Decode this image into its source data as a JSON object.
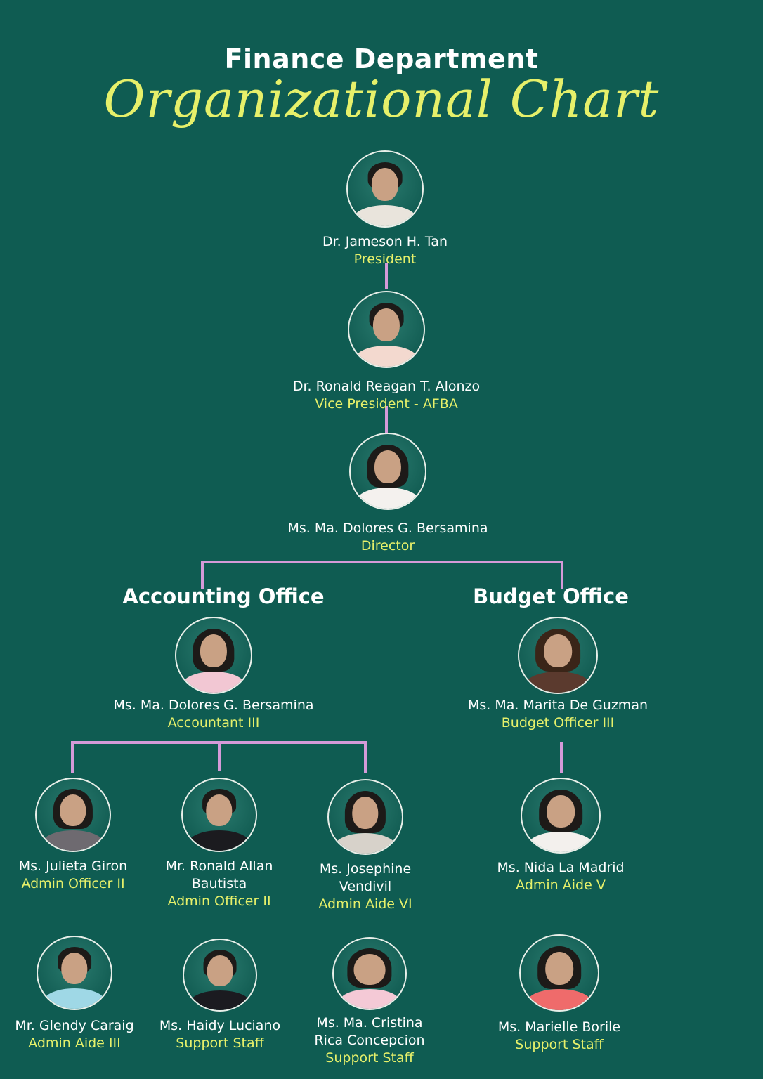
{
  "header": {
    "title": "Finance Department",
    "subtitle": "Organizational Chart"
  },
  "colors": {
    "background": "#0f5c52",
    "accent": "#e6f06a",
    "connector": "#d59ad8",
    "text": "#ffffff"
  },
  "sections": {
    "accounting": "Accounting Office",
    "budget": "Budget Office"
  },
  "people": {
    "president": {
      "name": "Dr. Jameson H. Tan",
      "role": "President"
    },
    "vp": {
      "name": "Dr. Ronald Reagan T. Alonzo",
      "role": "Vice President - AFBA"
    },
    "director": {
      "name": "Ms. Ma. Dolores G. Bersamina",
      "role": "Director"
    },
    "accountant": {
      "name": "Ms. Ma. Dolores G. Bersamina",
      "role": "Accountant III"
    },
    "budget_officer": {
      "name": "Ms. Ma. Marita De Guzman",
      "role": "Budget Officer III"
    },
    "giron": {
      "name": "Ms. Julieta Giron",
      "role": "Admin Officer II"
    },
    "bautista": {
      "name": "Mr. Ronald Allan Bautista",
      "role": "Admin Officer II"
    },
    "vendivil": {
      "name": "Ms. Josephine Vendivil",
      "role": "Admin Aide VI"
    },
    "lamadrid": {
      "name": "Ms. Nida La Madrid",
      "role": "Admin Aide V"
    },
    "caraig": {
      "name": "Mr. Glendy Caraig",
      "role": "Admin Aide III"
    },
    "luciano": {
      "name": "Ms. Haidy Luciano",
      "role": "Support Staff"
    },
    "concepcion": {
      "name": "Ms. Ma. Cristina Rica Concepcion",
      "role": "Support Staff"
    },
    "borile": {
      "name": "Ms. Marielle Borile",
      "role": "Support Staff"
    }
  }
}
